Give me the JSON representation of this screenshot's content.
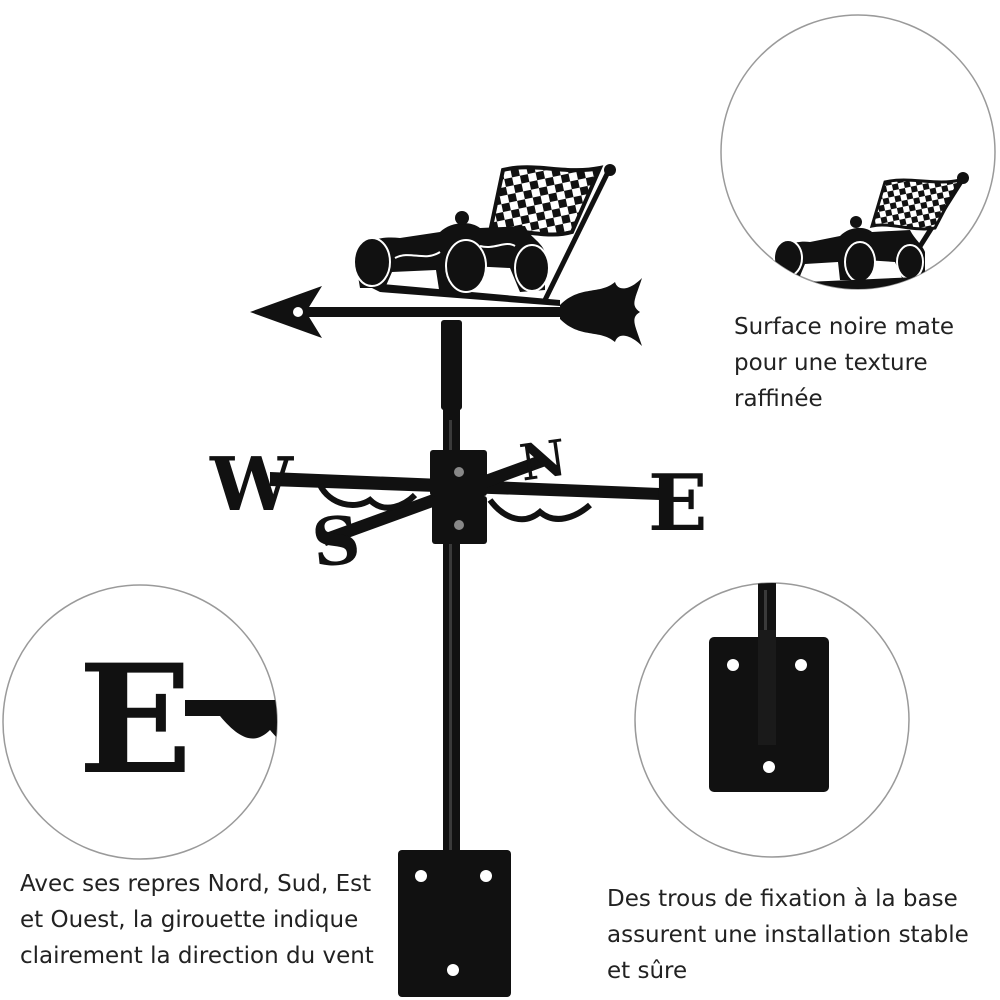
{
  "colors": {
    "background": "#ffffff",
    "metal": "#111111",
    "circle_border": "#9a9a9a",
    "caption_text": "#222222"
  },
  "weathervane": {
    "compass_letters": {
      "west": "W",
      "east": "E",
      "north": "N",
      "south": "S"
    },
    "motif": "race-car-with-checkered-flag-icon"
  },
  "callouts": {
    "top_right": {
      "detail": "race-car-silhouette-closeup",
      "lines": [
        "Surface noire mate",
        "pour une texture",
        "raffinée"
      ]
    },
    "bottom_left": {
      "detail": "east-letter-closeup",
      "letter": "E",
      "lines": [
        "Avec ses repres Nord, Sud, Est",
        "et Ouest, la girouette indique",
        "clairement la direction du vent"
      ]
    },
    "bottom_right": {
      "detail": "mounting-plate-closeup",
      "lines": [
        "Des trous de fixation à la base",
        "assurent une installation stable",
        "et sûre"
      ]
    }
  }
}
